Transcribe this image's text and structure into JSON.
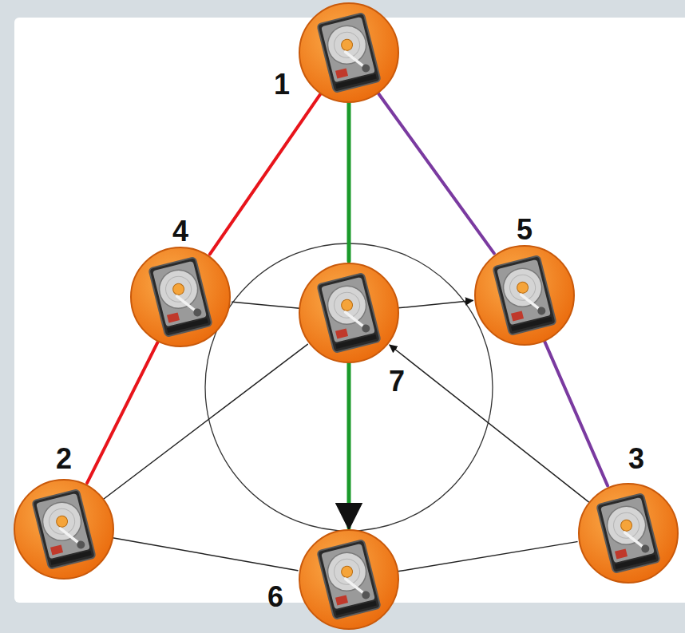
{
  "diagram": {
    "nodes": [
      {
        "text": [
          "1"
        ]
      },
      {
        "text": [
          "2"
        ]
      },
      {
        "text": [
          "3"
        ]
      },
      {
        "text": [
          "4"
        ]
      },
      {
        "text": [
          "5"
        ]
      },
      {
        "text": [
          "6"
        ]
      },
      {
        "text": [
          "7"
        ]
      }
    ],
    "edges": [
      {
        "from": 0,
        "to": 3,
        "arrow": "none"
      },
      {
        "from": 3,
        "to": 1,
        "arrow": "none"
      },
      {
        "from": 0,
        "to": 6,
        "arrow": "none"
      },
      {
        "from": 6,
        "to": 5,
        "arrow": "to"
      },
      {
        "from": 0,
        "to": 4,
        "arrow": "none"
      },
      {
        "from": 4,
        "to": 2,
        "arrow": "none"
      },
      {
        "from": 1,
        "to": 5,
        "arrow": "none"
      },
      {
        "from": 5,
        "to": 2,
        "arrow": "none"
      },
      {
        "from": 1,
        "to": 6,
        "arrow": "none"
      },
      {
        "from": 6,
        "to": 4,
        "arrow": "to"
      },
      {
        "from": 2,
        "to": 6,
        "arrow": "to"
      },
      {
        "from": 6,
        "to": 3,
        "arrow": "none"
      }
    ]
  }
}
